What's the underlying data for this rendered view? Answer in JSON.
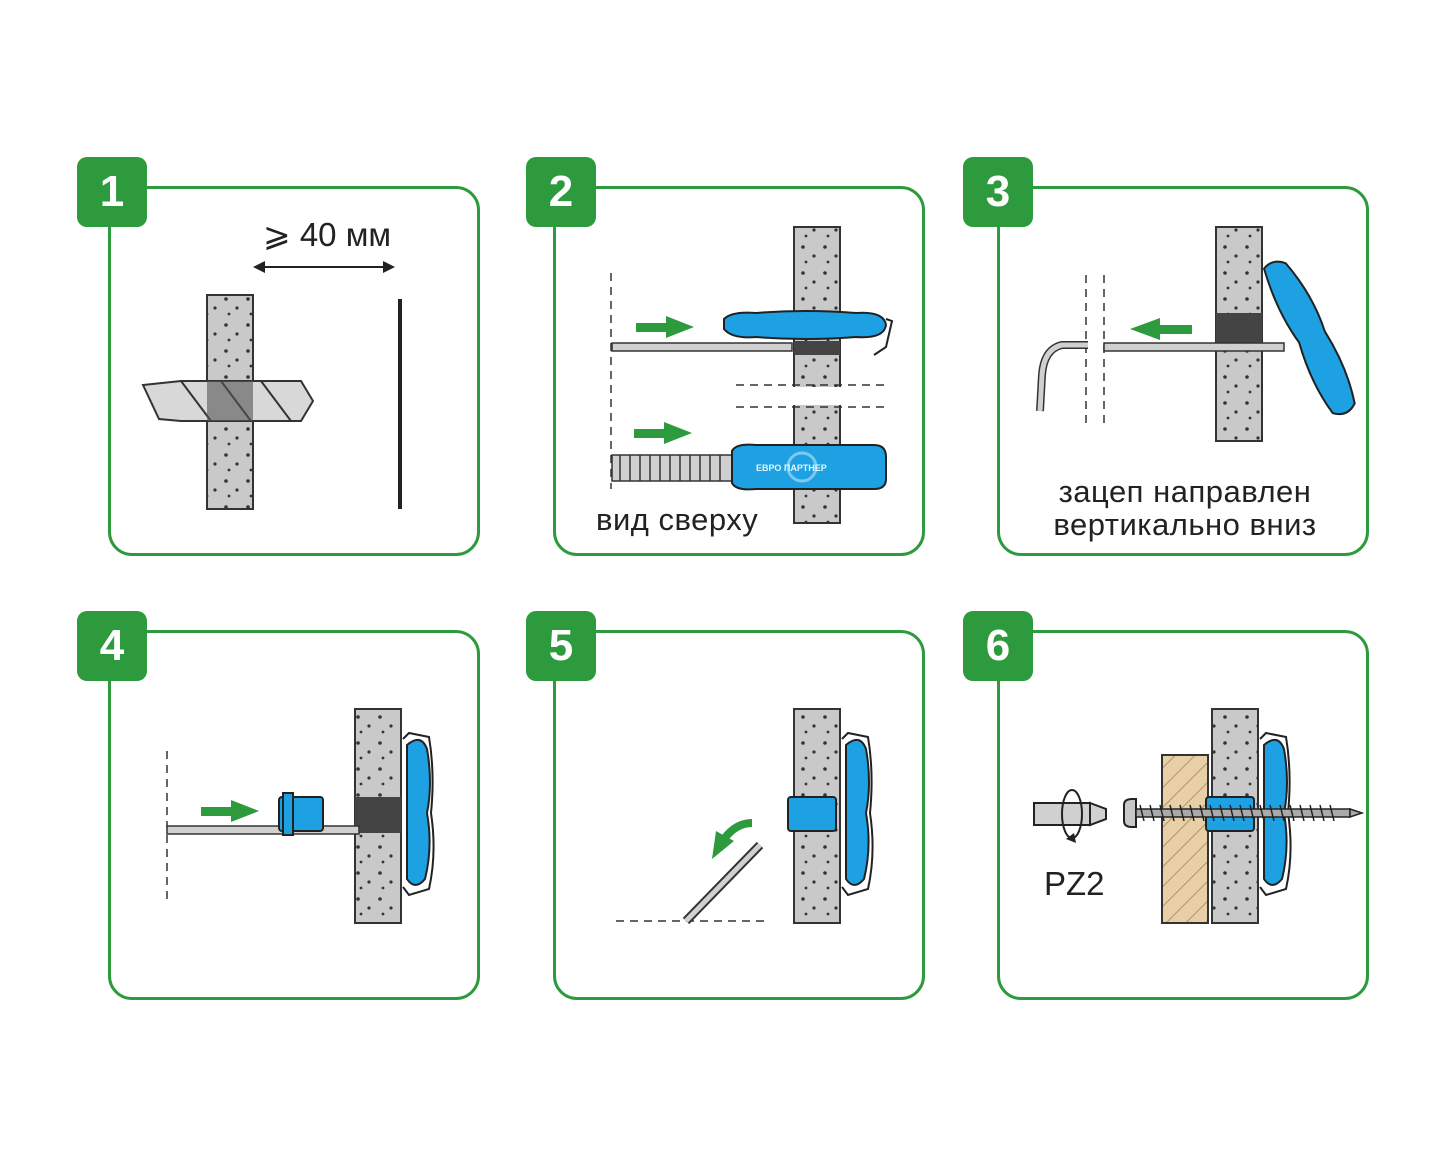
{
  "steps": [
    {
      "number": "1",
      "label": "⩾ 40 мм"
    },
    {
      "number": "2",
      "caption": "вид сверху",
      "brand": "ЕВРО ПАРТНЕР"
    },
    {
      "number": "3",
      "caption_line1": "зацеп направлен",
      "caption_line2": "вертикально вниз"
    },
    {
      "number": "4"
    },
    {
      "number": "5"
    },
    {
      "number": "6",
      "label": "PZ2"
    }
  ],
  "colors": {
    "accent_green": "#2e9a3e",
    "anchor_blue": "#1da1e2",
    "wall_gray": "#c8c8c8",
    "wood": "#e8cfa8"
  },
  "icons": [
    "drill-bit-icon",
    "arrow-right-icon",
    "arrow-left-icon",
    "rotate-arrow-icon",
    "screwdriver-bit-icon",
    "screw-icon"
  ]
}
